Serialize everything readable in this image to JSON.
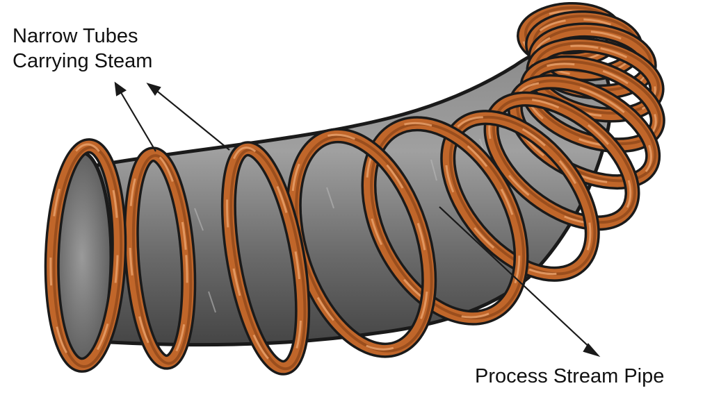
{
  "labels": {
    "tubes_line1": "Narrow Tubes",
    "tubes_line2": "Carrying Steam",
    "pipe": "Process Stream Pipe"
  },
  "colors": {
    "pipe_fill": "#6e6e6e",
    "pipe_highlight": "#a4a4a4",
    "pipe_shadow": "#4a4a4a",
    "coil_fill": "#c0662a",
    "coil_highlight": "#e8a06a",
    "coil_shadow": "#7a3a12",
    "outline": "#1a1a1a",
    "label_text": "#111111"
  }
}
